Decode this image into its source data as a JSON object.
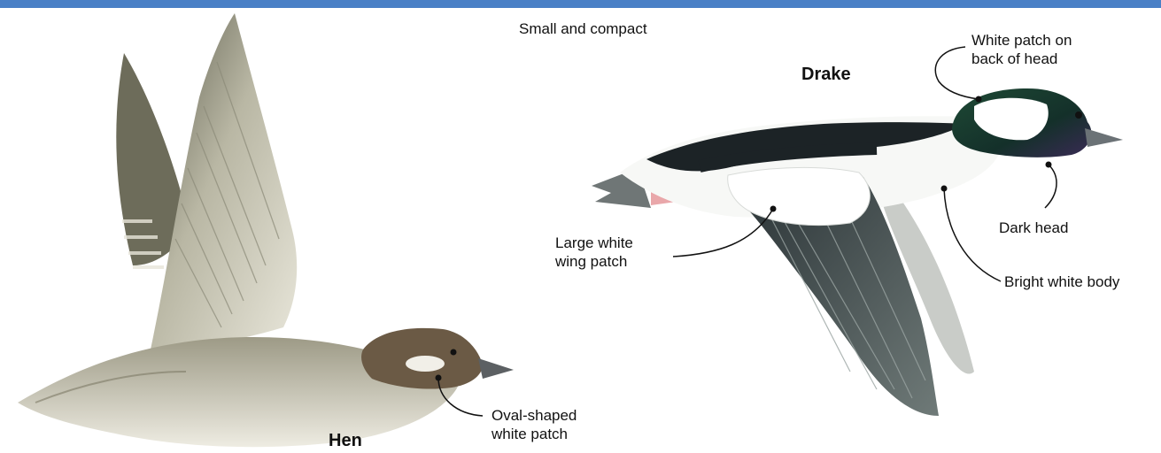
{
  "colors": {
    "top_bar": "#4a80c6",
    "leader_line": "#111111",
    "hen_body": "#d9d6c4",
    "hen_head": "#6b5a45",
    "drake_head": "#1f3b2c",
    "drake_body": "#ffffff",
    "drake_dark": "#1c2326"
  },
  "labels": {
    "subtitle": "Small and compact",
    "drake_title": "Drake",
    "hen_title": "Hen",
    "white_patch": "White patch on\nback of head",
    "dark_head": "Dark head",
    "bright_body": "Bright white body",
    "wing_patch": "Large white\nwing patch",
    "oval_patch": "Oval-shaped\nwhite patch"
  }
}
